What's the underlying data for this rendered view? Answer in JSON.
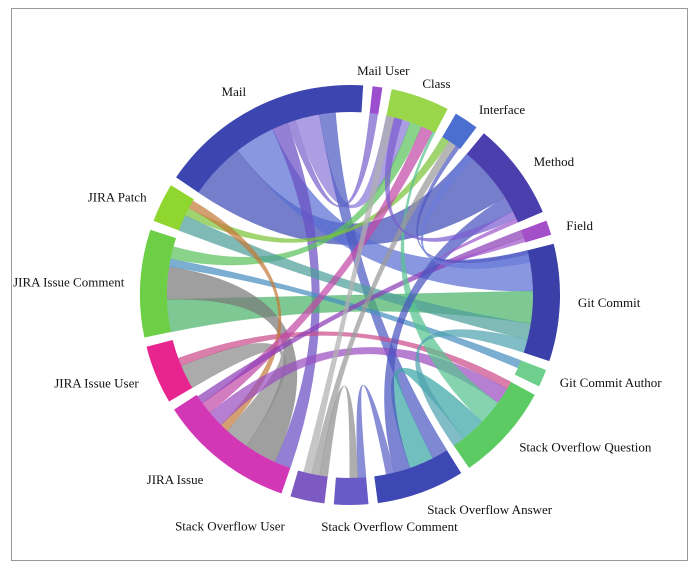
{
  "diagram": {
    "type": "chord",
    "groups": [
      {
        "key": "class",
        "label": "Class",
        "color": "#9ad64a",
        "weight": 6
      },
      {
        "key": "interface",
        "label": "Interface",
        "color": "#4a6fd0",
        "weight": 2.5
      },
      {
        "key": "method",
        "label": "Method",
        "color": "#4b3fae",
        "weight": 10
      },
      {
        "key": "field",
        "label": "Field",
        "color": "#a24fc8",
        "weight": 1.5
      },
      {
        "key": "git_commit",
        "label": "Git Commit",
        "color": "#3b3fa8",
        "weight": 12
      },
      {
        "key": "git_commit_author",
        "label": "Git Commit Author",
        "color": "#6fd08e",
        "weight": 1.8
      },
      {
        "key": "so_question",
        "label": "Stack Overflow Question",
        "color": "#5ccb63",
        "weight": 10
      },
      {
        "key": "so_answer",
        "label": "Stack Overflow Answer",
        "color": "#3e48b4",
        "weight": 9
      },
      {
        "key": "so_comment",
        "label": "Stack Overflow Comment",
        "color": "#6a5ac8",
        "weight": 3.5
      },
      {
        "key": "so_user",
        "label": "Stack Overflow User",
        "color": "#7d59c2",
        "weight": 3.5
      },
      {
        "key": "jira_issue",
        "label": "JIRA Issue",
        "color": "#d237b6",
        "weight": 14
      },
      {
        "key": "jira_issue_user",
        "label": "JIRA Issue User",
        "color": "#e8258f",
        "weight": 6
      },
      {
        "key": "jira_issue_comment",
        "label": "JIRA Issue Comment",
        "color": "#6ccf45",
        "weight": 11
      },
      {
        "key": "jira_patch",
        "label": "JIRA Patch",
        "color": "#8fd62f",
        "weight": 4
      },
      {
        "key": "mail",
        "label": "Mail",
        "color": "#3d46b0",
        "weight": 22
      },
      {
        "key": "mail_user",
        "label": "Mail User",
        "color": "#9b4fcf",
        "weight": 1
      }
    ],
    "links": [
      [
        "mail",
        "method",
        7,
        "#3f4cb6"
      ],
      [
        "mail",
        "git_commit",
        5,
        "#5a6fd3"
      ],
      [
        "mail",
        "jira_issue",
        2,
        "#6a4fc4"
      ],
      [
        "mail",
        "mail_user",
        1,
        "#7a62cc"
      ],
      [
        "mail",
        "class",
        3,
        "#8b78d8"
      ],
      [
        "mail",
        "so_answer",
        2,
        "#4e5bc2"
      ],
      [
        "jira_issue_comment",
        "git_commit",
        4,
        "#4bb36a"
      ],
      [
        "jira_issue_comment",
        "jira_issue",
        4,
        "#7a7a7a"
      ],
      [
        "jira_issue_comment",
        "git_commit_author",
        1,
        "#4a8fc0"
      ],
      [
        "jira_issue_comment",
        "class",
        1.5,
        "#5cc25e"
      ],
      [
        "jira_issue_user",
        "jira_issue",
        3,
        "#8a8a8a"
      ],
      [
        "jira_issue_user",
        "so_question",
        1,
        "#cc4d8c"
      ],
      [
        "jira_patch",
        "git_commit",
        2,
        "#4e9f9a"
      ],
      [
        "jira_patch",
        "interface",
        1,
        "#7cc43a"
      ],
      [
        "jira_patch",
        "jira_issue",
        1,
        "#c47a3a"
      ],
      [
        "jira_issue",
        "so_question",
        2,
        "#9a4dc0"
      ],
      [
        "jira_issue",
        "class",
        1.5,
        "#c24aa8"
      ],
      [
        "jira_issue",
        "field",
        1,
        "#8d3fb8"
      ],
      [
        "so_question",
        "class",
        3,
        "#58c490"
      ],
      [
        "so_question",
        "so_answer",
        3,
        "#3aa6a6"
      ],
      [
        "so_question",
        "git_commit",
        2,
        "#4fa4b0"
      ],
      [
        "so_answer",
        "method",
        2,
        "#4a55bf"
      ],
      [
        "so_answer",
        "so_comment",
        1,
        "#5b62c6"
      ],
      [
        "so_comment",
        "so_user",
        1,
        "#8f8f8f"
      ],
      [
        "so_user",
        "interface",
        1,
        "#9a9a9a"
      ],
      [
        "so_user",
        "class",
        1,
        "#b0b0b0"
      ],
      [
        "method",
        "class",
        1,
        "#7b5dd0"
      ],
      [
        "method",
        "field",
        0.5,
        "#a159cc"
      ],
      [
        "git_commit",
        "interface",
        0.5,
        "#4f59c4"
      ],
      [
        "git_commit",
        "method",
        1,
        "#6b7bd9"
      ]
    ]
  }
}
